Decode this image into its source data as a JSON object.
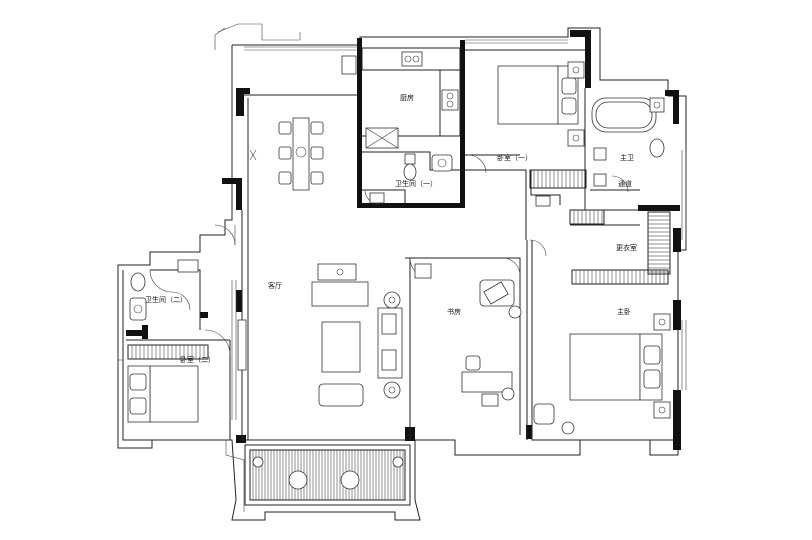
{
  "rooms": {
    "living": "客厅",
    "kitchen": "厨房",
    "bedroom1": "卧室（一）",
    "bath1": "卫生间（一）",
    "bath2": "卫生间（二）",
    "bedroom2": "卧室（二）",
    "study": "书房",
    "master_bath": "主卫",
    "walkin": "更衣室",
    "master_bed": "主卧",
    "corridor": "通道"
  }
}
